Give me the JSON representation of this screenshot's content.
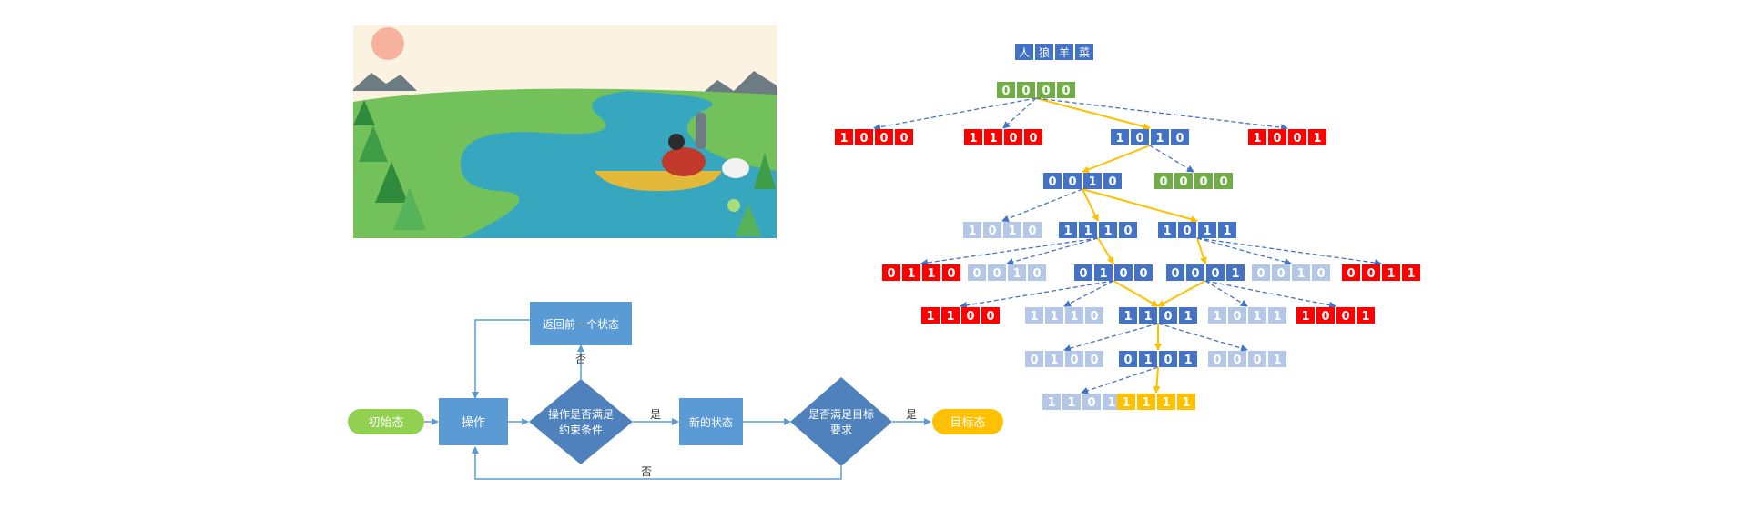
{
  "tree": {
    "header_chars": [
      "人",
      "狼",
      "羊",
      "菜"
    ],
    "colors": {
      "blue": "#4472c4",
      "red": "#ff0000",
      "green": "#70ad47",
      "pale": "#b4c7e7",
      "yellow": "#ffc000"
    },
    "nodes": [
      {
        "id": "n0",
        "digits": "0000",
        "state": "green"
      },
      {
        "id": "n1",
        "digits": "1000",
        "state": "red"
      },
      {
        "id": "n2",
        "digits": "1100",
        "state": "red"
      },
      {
        "id": "n3",
        "digits": "1010",
        "state": "blue"
      },
      {
        "id": "n4",
        "digits": "1001",
        "state": "red"
      },
      {
        "id": "n5",
        "digits": "0010",
        "state": "blue"
      },
      {
        "id": "n6",
        "digits": "0000",
        "state": "green"
      },
      {
        "id": "n7",
        "digits": "1010",
        "state": "pale"
      },
      {
        "id": "n8",
        "digits": "1110",
        "state": "blue"
      },
      {
        "id": "n9",
        "digits": "1011",
        "state": "blue"
      },
      {
        "id": "n10",
        "digits": "0110",
        "state": "red"
      },
      {
        "id": "n11",
        "digits": "0010",
        "state": "pale"
      },
      {
        "id": "n12",
        "digits": "0100",
        "state": "blue"
      },
      {
        "id": "n13",
        "digits": "0001",
        "state": "blue"
      },
      {
        "id": "n14",
        "digits": "0010",
        "state": "pale"
      },
      {
        "id": "n15",
        "digits": "0011",
        "state": "red"
      },
      {
        "id": "n16",
        "digits": "1100",
        "state": "red"
      },
      {
        "id": "n17",
        "digits": "1110",
        "state": "pale"
      },
      {
        "id": "n18",
        "digits": "1101",
        "state": "blue"
      },
      {
        "id": "n19",
        "digits": "1011",
        "state": "pale"
      },
      {
        "id": "n20",
        "digits": "1001",
        "state": "red"
      },
      {
        "id": "n21",
        "digits": "0100",
        "state": "pale"
      },
      {
        "id": "n22",
        "digits": "0101",
        "state": "blue"
      },
      {
        "id": "n23",
        "digits": "0001",
        "state": "pale"
      },
      {
        "id": "n24",
        "digits": "1101",
        "state": "pale"
      },
      {
        "id": "n25",
        "digits": "1111",
        "state": "yellow"
      }
    ],
    "edges": [
      [
        "n0",
        "n1",
        "blue"
      ],
      [
        "n0",
        "n2",
        "blue"
      ],
      [
        "n0",
        "n3",
        "yellow"
      ],
      [
        "n0",
        "n4",
        "blue"
      ],
      [
        "n3",
        "n5",
        "yellow"
      ],
      [
        "n3",
        "n6",
        "blue"
      ],
      [
        "n5",
        "n7",
        "blue"
      ],
      [
        "n5",
        "n8",
        "yellow"
      ],
      [
        "n5",
        "n9",
        "yellow"
      ],
      [
        "n8",
        "n10",
        "blue"
      ],
      [
        "n8",
        "n11",
        "blue"
      ],
      [
        "n8",
        "n12",
        "yellow"
      ],
      [
        "n9",
        "n13",
        "yellow"
      ],
      [
        "n9",
        "n14",
        "blue"
      ],
      [
        "n9",
        "n15",
        "blue"
      ],
      [
        "n12",
        "n16",
        "blue"
      ],
      [
        "n12",
        "n17",
        "blue"
      ],
      [
        "n12",
        "n18",
        "yellow"
      ],
      [
        "n13",
        "n18",
        "yellow"
      ],
      [
        "n13",
        "n19",
        "blue"
      ],
      [
        "n13",
        "n20",
        "blue"
      ],
      [
        "n18",
        "n21",
        "blue"
      ],
      [
        "n18",
        "n22",
        "yellow"
      ],
      [
        "n18",
        "n23",
        "blue"
      ],
      [
        "n22",
        "n24",
        "blue"
      ],
      [
        "n22",
        "n25",
        "yellow"
      ]
    ]
  },
  "flow": {
    "start": "初始态",
    "operate": "操作",
    "constraint": [
      "操作是否满足",
      "约束条件"
    ],
    "new_state": "新的状态",
    "goal_check": [
      "是否满足目标",
      "要求"
    ],
    "goal": "目标态",
    "go_back": "返回前一个状态",
    "yes": "是",
    "no": "否",
    "colors": {
      "pill": "#92d050",
      "box": "#5b9bd5",
      "diamond": "#4f81bd",
      "goal": "#ffc000",
      "line": "#5b9bd5"
    }
  }
}
